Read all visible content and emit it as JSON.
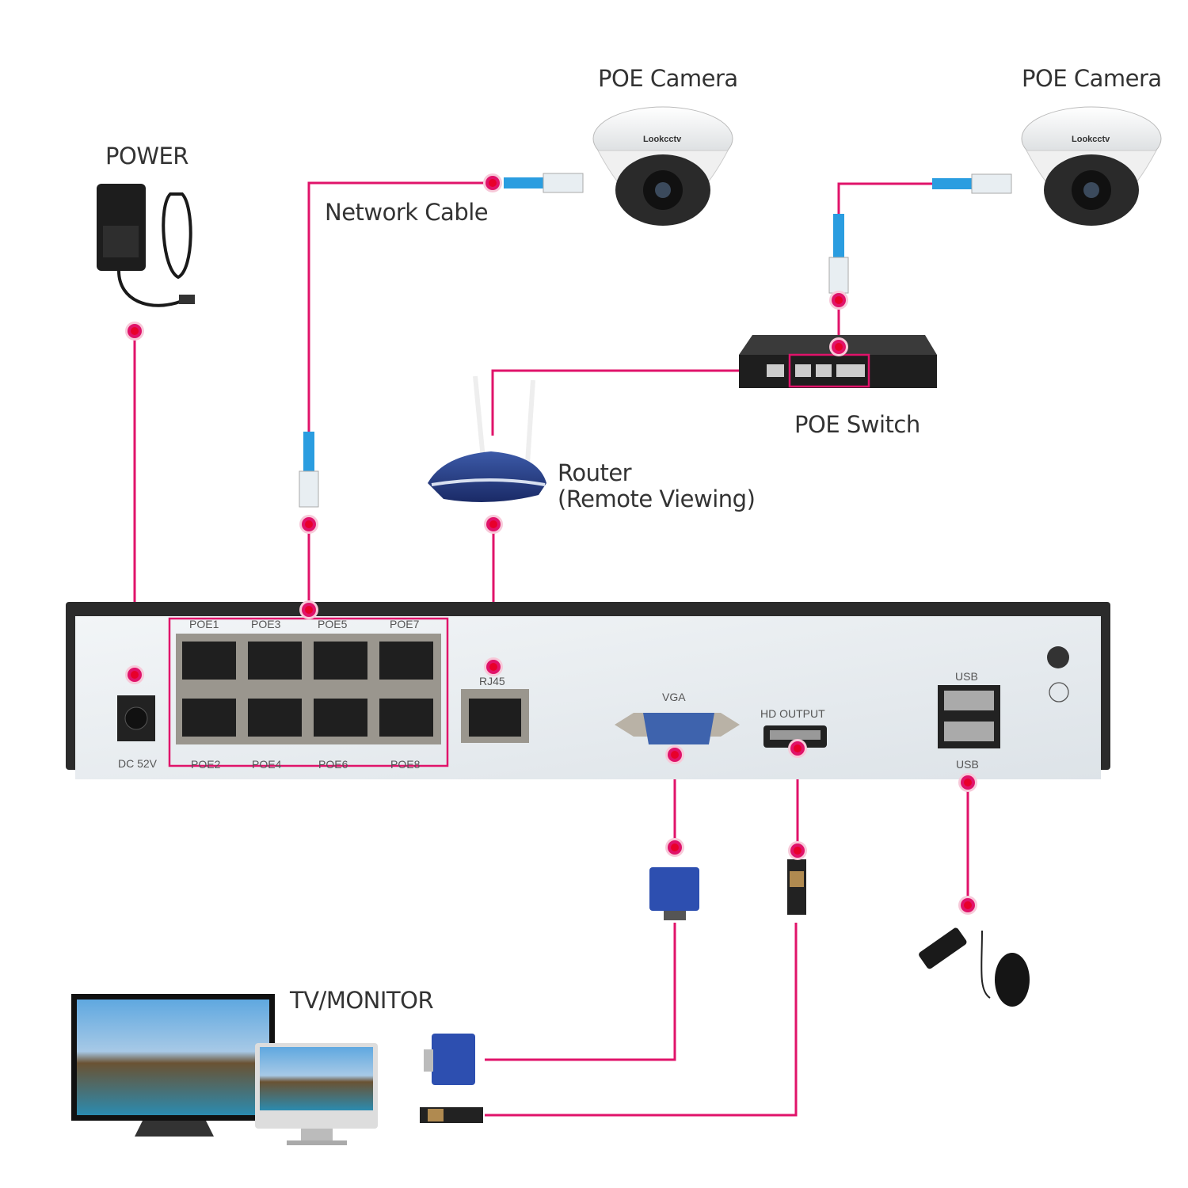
{
  "labels": {
    "camera1": "POE Camera",
    "camera2": "POE Camera",
    "power": "POWER",
    "network_cable": "Network Cable",
    "poe_switch": "POE Switch",
    "router_line1": "Router",
    "router_line2": "(Remote Viewing)",
    "tv_monitor": "TV/MONITOR"
  },
  "camera_logo": "Lookcctv",
  "nvr_ports": {
    "dc": "DC 52V",
    "poe_top": [
      "POE1",
      "POE3",
      "POE5",
      "POE7"
    ],
    "poe_bottom": [
      "POE2",
      "POE4",
      "POE6",
      "POE8"
    ],
    "rj45": "RJ45",
    "vga": "VGA",
    "hdmi": "HD OUTPUT",
    "usb_top": "USB",
    "usb_bottom": "USB"
  },
  "colors": {
    "connection_line": "#e0136a",
    "dot_center": "#e8002a",
    "cable_blue": "#2a9de0",
    "nvr_panel": "#e6ebef",
    "nvr_frame": "#2b2b2b"
  }
}
